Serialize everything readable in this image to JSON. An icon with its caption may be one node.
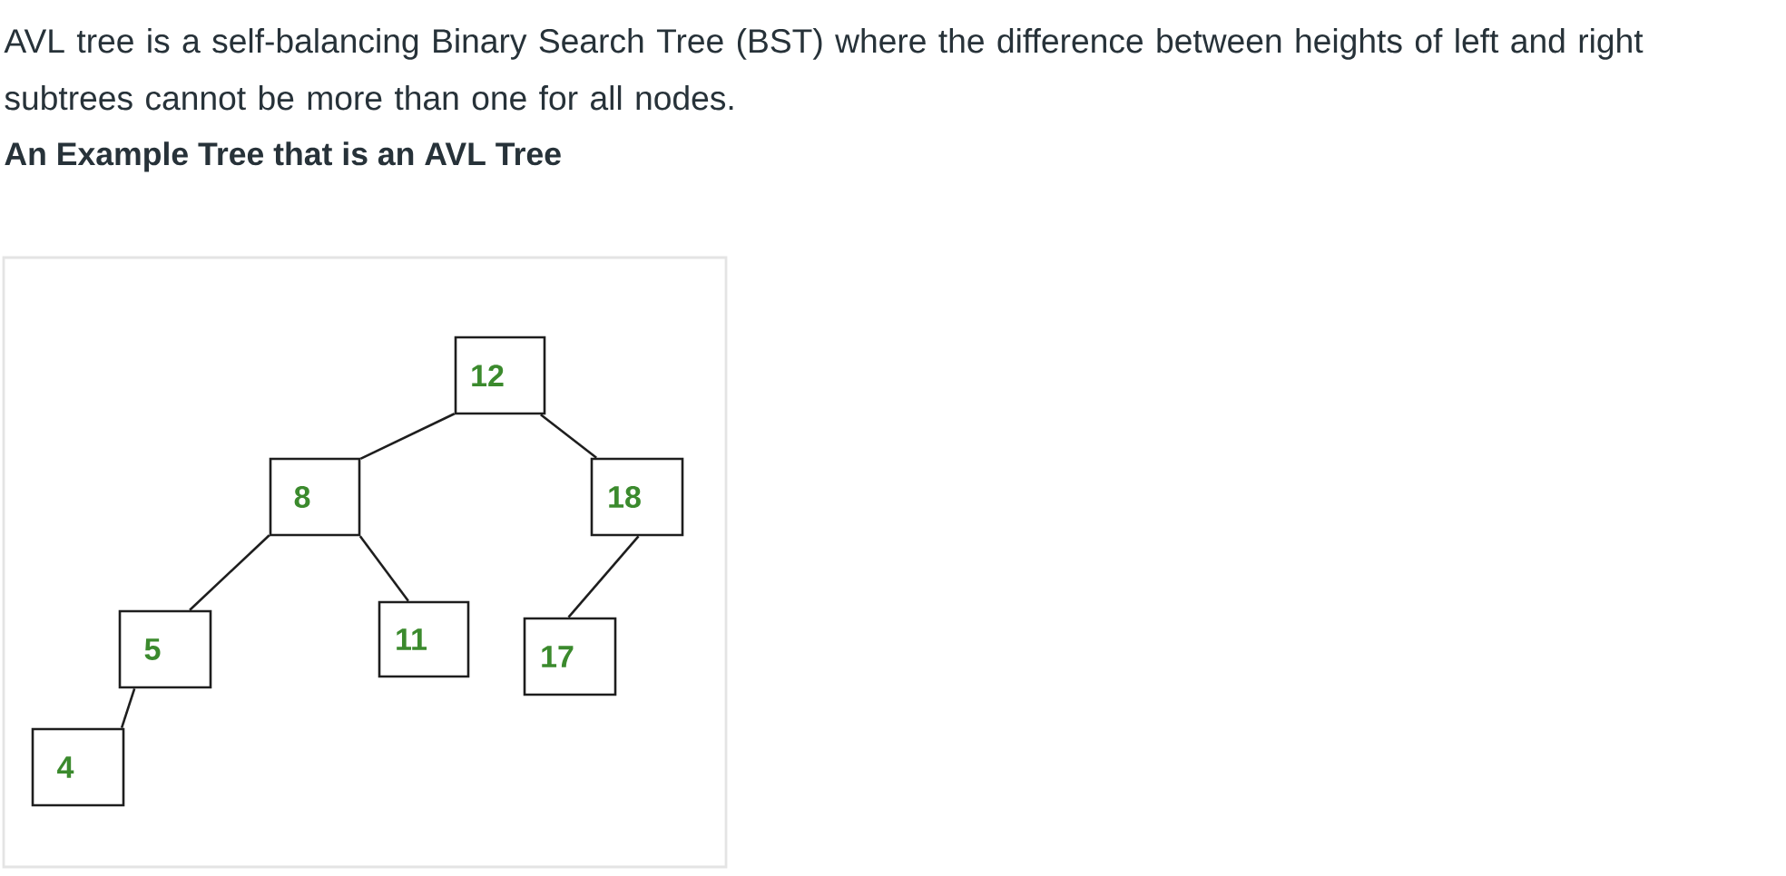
{
  "diagram": {
    "title": "An Example Tree that is an AVL Tree",
    "nodes": [
      {
        "text": [
          "12"
        ]
      },
      {
        "text": [
          "8"
        ]
      },
      {
        "text": [
          "18"
        ]
      },
      {
        "text": [
          "5"
        ]
      },
      {
        "text": [
          "11"
        ]
      },
      {
        "text": [
          "17"
        ]
      },
      {
        "text": [
          "4"
        ]
      }
    ],
    "edges": [
      {
        "from": 0,
        "to": 1,
        "arrow": "none"
      },
      {
        "from": 0,
        "to": 2,
        "arrow": "none"
      },
      {
        "from": 1,
        "to": 3,
        "arrow": "none"
      },
      {
        "from": 1,
        "to": 4,
        "arrow": "none"
      },
      {
        "from": 2,
        "to": 5,
        "arrow": "none"
      },
      {
        "from": 3,
        "to": 6,
        "arrow": "none"
      }
    ],
    "labels": [
      "AVL tree is a self-balancing Binary Search Tree (BST) where the difference between heights of left and right subtrees cannot be more than one for all nodes."
    ]
  }
}
